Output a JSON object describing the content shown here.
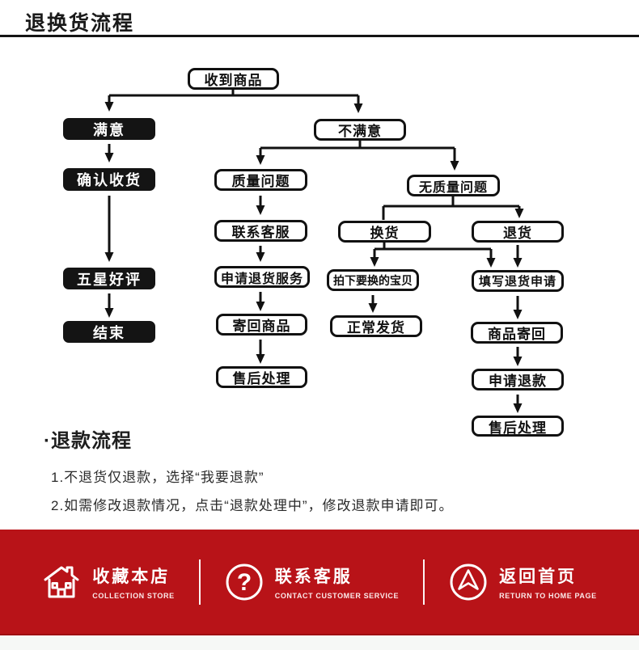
{
  "header": {
    "title": "退换货流程"
  },
  "flowchart": {
    "nodes": [
      {
        "id": "received",
        "label": "收到商品",
        "style": "white"
      },
      {
        "id": "satisfied",
        "label": "满意",
        "style": "black"
      },
      {
        "id": "unsatisfied",
        "label": "不满意",
        "style": "white"
      },
      {
        "id": "confirm-receipt",
        "label": "确认收货",
        "style": "black"
      },
      {
        "id": "quality-problem",
        "label": "质量问题",
        "style": "white"
      },
      {
        "id": "no-quality-problem",
        "label": "无质量问题",
        "style": "white"
      },
      {
        "id": "contact-service",
        "label": "联系客服",
        "style": "white"
      },
      {
        "id": "exchange",
        "label": "换货",
        "style": "white"
      },
      {
        "id": "return",
        "label": "退货",
        "style": "white"
      },
      {
        "id": "five-star",
        "label": "五星好评",
        "style": "black"
      },
      {
        "id": "apply-return-service",
        "label": "申请退货服务",
        "style": "white"
      },
      {
        "id": "order-replacement",
        "label": "拍下要换的宝贝",
        "style": "white"
      },
      {
        "id": "fill-return-request",
        "label": "填写退货申请",
        "style": "white"
      },
      {
        "id": "end",
        "label": "结束",
        "style": "black"
      },
      {
        "id": "send-back-goods",
        "label": "寄回商品",
        "style": "white"
      },
      {
        "id": "normal-shipping",
        "label": "正常发货",
        "style": "white"
      },
      {
        "id": "goods-sent-back",
        "label": "商品寄回",
        "style": "white"
      },
      {
        "id": "after-sales-mid",
        "label": "售后处理",
        "style": "white"
      },
      {
        "id": "apply-refund",
        "label": "申请退款",
        "style": "white"
      },
      {
        "id": "after-sales-right",
        "label": "售后处理",
        "style": "white"
      }
    ]
  },
  "refund_section": {
    "heading": "·退款流程",
    "items": [
      "1.不退货仅退款，选择“我要退款”",
      "2.如需修改退款情况，点击“退款处理中”，修改退款申请即可。"
    ]
  },
  "footer": {
    "items": [
      {
        "icon": "house-icon",
        "label": "收藏本店",
        "sublabel": "COLLECTION STORE"
      },
      {
        "icon": "question-icon",
        "label": "联系客服",
        "sublabel": "CONTACT CUSTOMER SERVICE"
      },
      {
        "icon": "return-arrow-icon",
        "label": "返回首页",
        "sublabel": "RETURN TO HOME PAGE"
      }
    ]
  },
  "colors": {
    "banner_red": "#b81318",
    "node_black": "#141414",
    "line_black": "#111111"
  }
}
